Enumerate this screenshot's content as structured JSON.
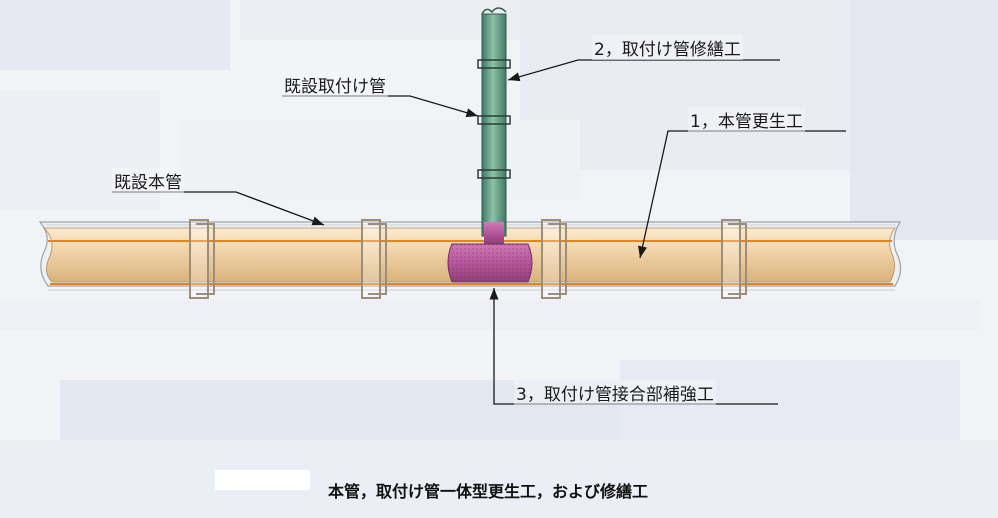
{
  "labels": {
    "attach_repair": "2，取付け管修繕工",
    "existing_attach_pipe": "既設取付け管",
    "main_renewal": "1，本管更生工",
    "existing_main_pipe": "既設本管",
    "junction_reinforce": "3，取付け管接合部補強工"
  },
  "caption": "本管，取付け管一体型更生工，および修繕工",
  "colors": {
    "background": "#f2f3f7",
    "main_pipe_fill": "#f0d2a6",
    "main_pipe_stripe": "#e0861f",
    "attach_pipe_fill": "#5f9a82",
    "junction_fill": "#b5569a",
    "leader_line": "#1a1a1a"
  }
}
